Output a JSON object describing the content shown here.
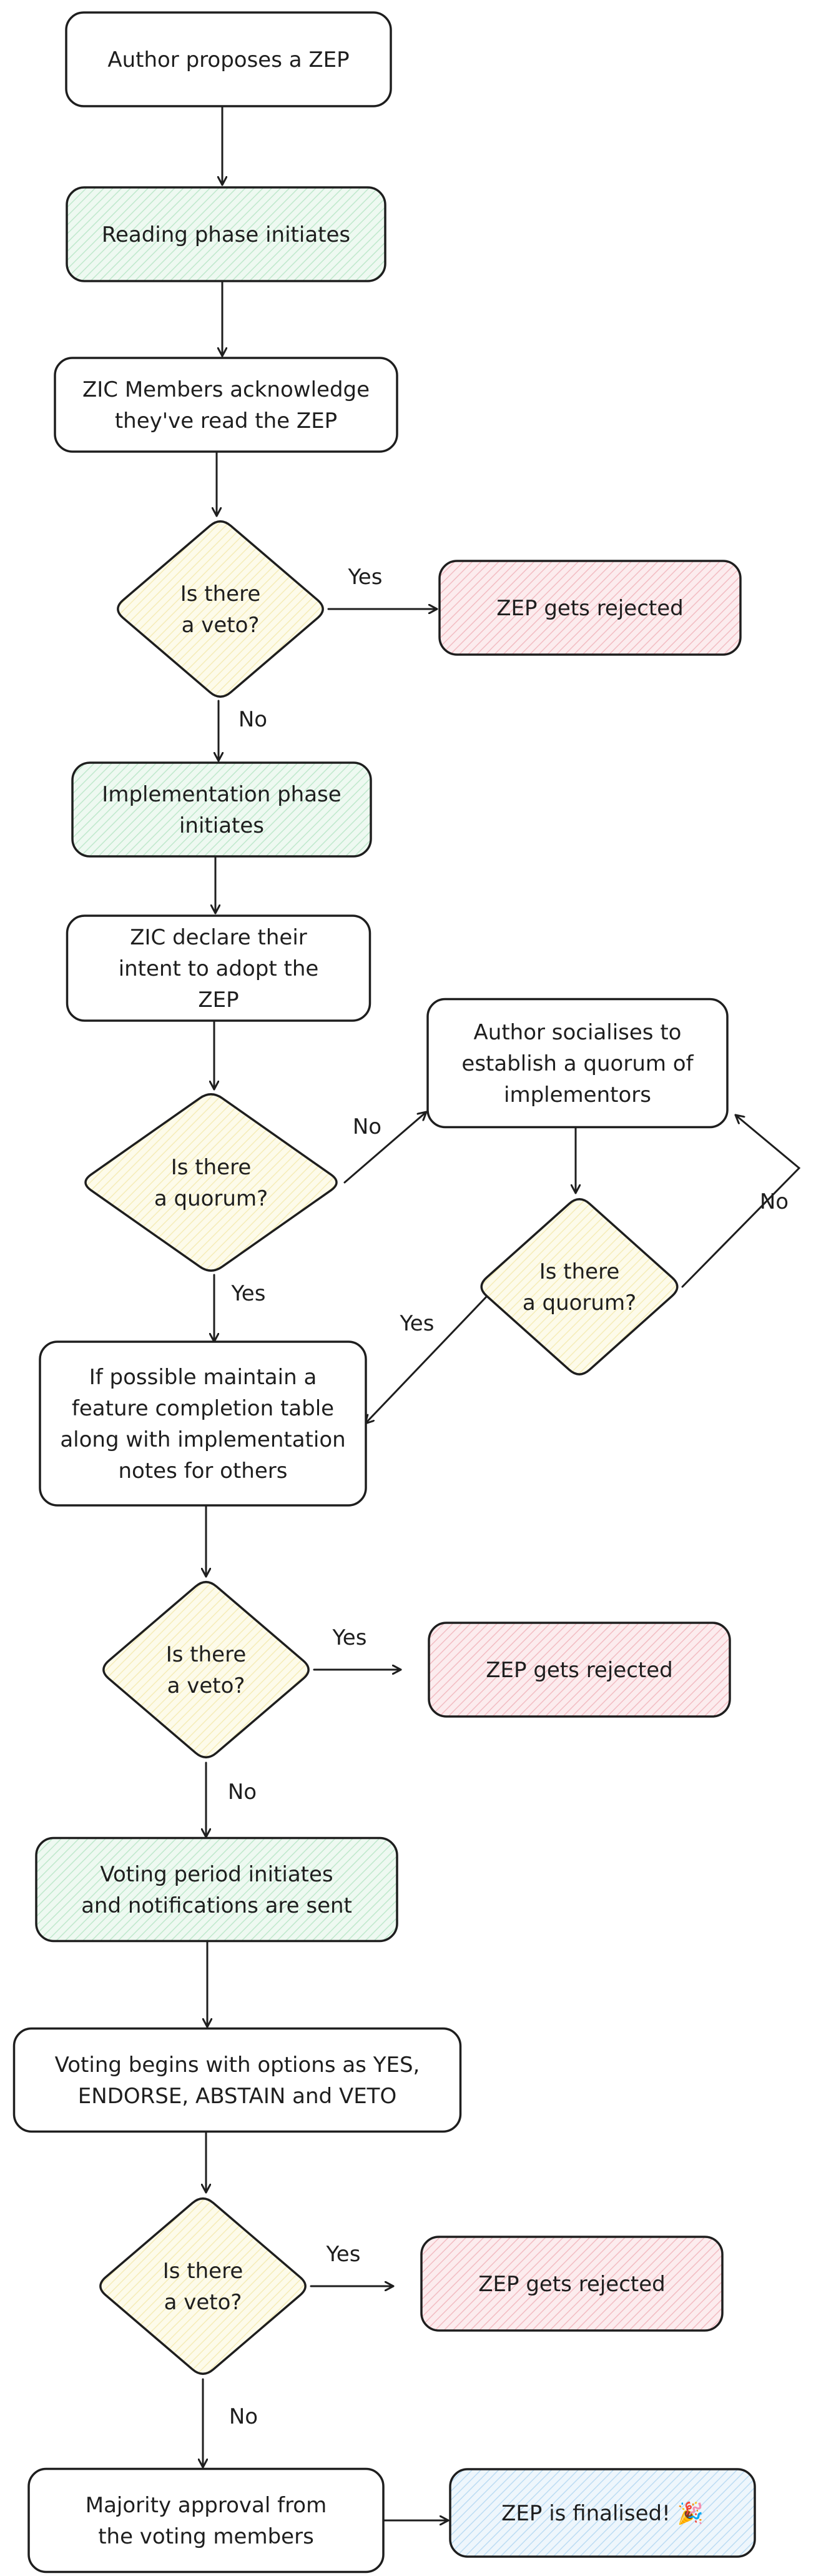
{
  "colors": {
    "stroke": "#1e1e1e",
    "white": "#ffffff",
    "green": "#d8f2e0",
    "yellow": "#fbf6d5",
    "red": "#f8d6d9",
    "blue": "#d7ebf8"
  },
  "nodes": [
    {
      "id": "propose",
      "shape": "rect",
      "fill": "white",
      "lines": [
        "Author proposes a ZEP"
      ]
    },
    {
      "id": "reading",
      "shape": "rect",
      "fill": "green",
      "lines": [
        "Reading phase initiates"
      ]
    },
    {
      "id": "ack",
      "shape": "rect",
      "fill": "white",
      "lines": [
        "ZIC Members acknowledge",
        "they've read the ZEP"
      ]
    },
    {
      "id": "veto1",
      "shape": "diamond",
      "fill": "yellow",
      "lines": [
        "Is there",
        "a veto?"
      ]
    },
    {
      "id": "rej1",
      "shape": "rect",
      "fill": "red",
      "lines": [
        "ZEP gets rejected"
      ]
    },
    {
      "id": "impl",
      "shape": "rect",
      "fill": "green",
      "lines": [
        "Implementation phase",
        "initiates"
      ]
    },
    {
      "id": "declare",
      "shape": "rect",
      "fill": "white",
      "lines": [
        "ZIC declare their",
        "intent to adopt the",
        "ZEP"
      ]
    },
    {
      "id": "quorum1",
      "shape": "diamond",
      "fill": "yellow",
      "lines": [
        "Is there",
        "a quorum?"
      ]
    },
    {
      "id": "socialise",
      "shape": "rect",
      "fill": "white",
      "lines": [
        "Author socialises to",
        "establish a quorum of",
        "implementors"
      ]
    },
    {
      "id": "quorum2",
      "shape": "diamond",
      "fill": "yellow",
      "lines": [
        "Is there",
        "a quorum?"
      ]
    },
    {
      "id": "table",
      "shape": "rect",
      "fill": "white",
      "lines": [
        "If possible maintain a",
        "feature completion table",
        "along with implementation",
        "notes for others"
      ]
    },
    {
      "id": "veto2",
      "shape": "diamond",
      "fill": "yellow",
      "lines": [
        "Is there",
        "a veto?"
      ]
    },
    {
      "id": "rej2",
      "shape": "rect",
      "fill": "red",
      "lines": [
        "ZEP gets rejected"
      ]
    },
    {
      "id": "votingperiod",
      "shape": "rect",
      "fill": "green",
      "lines": [
        "Voting period initiates",
        "and notifications are sent"
      ]
    },
    {
      "id": "votingbegins",
      "shape": "rect",
      "fill": "white",
      "lines": [
        "Voting begins with options as YES,",
        "ENDORSE, ABSTAIN and VETO"
      ]
    },
    {
      "id": "veto3",
      "shape": "diamond",
      "fill": "yellow",
      "lines": [
        "Is there",
        "a veto?"
      ]
    },
    {
      "id": "rej3",
      "shape": "rect",
      "fill": "red",
      "lines": [
        "ZEP gets rejected"
      ]
    },
    {
      "id": "majority",
      "shape": "rect",
      "fill": "white",
      "lines": [
        "Majority approval from",
        "the voting members"
      ]
    },
    {
      "id": "final",
      "shape": "rect",
      "fill": "blue",
      "lines": [
        "ZEP is finalised! 🎉"
      ]
    }
  ],
  "edges": [
    {
      "id": "e1",
      "from": "propose",
      "to": "reading",
      "label": ""
    },
    {
      "id": "e2",
      "from": "reading",
      "to": "ack",
      "label": ""
    },
    {
      "id": "e3",
      "from": "ack",
      "to": "veto1",
      "label": ""
    },
    {
      "id": "e4",
      "from": "veto1",
      "to": "rej1",
      "label": "Yes"
    },
    {
      "id": "e5",
      "from": "veto1",
      "to": "impl",
      "label": "No"
    },
    {
      "id": "e6",
      "from": "impl",
      "to": "declare",
      "label": ""
    },
    {
      "id": "e7",
      "from": "declare",
      "to": "quorum1",
      "label": ""
    },
    {
      "id": "e8",
      "from": "quorum1",
      "to": "socialise",
      "label": "No"
    },
    {
      "id": "e9",
      "from": "socialise",
      "to": "quorum2",
      "label": ""
    },
    {
      "id": "e10",
      "from": "quorum2",
      "to": "socialise",
      "label": "No"
    },
    {
      "id": "e11",
      "from": "quorum2",
      "to": "table",
      "label": "Yes"
    },
    {
      "id": "e12",
      "from": "quorum1",
      "to": "table",
      "label": "Yes"
    },
    {
      "id": "e13",
      "from": "table",
      "to": "veto2",
      "label": ""
    },
    {
      "id": "e14",
      "from": "veto2",
      "to": "rej2",
      "label": "Yes"
    },
    {
      "id": "e15",
      "from": "veto2",
      "to": "votingperiod",
      "label": "No"
    },
    {
      "id": "e16",
      "from": "votingperiod",
      "to": "votingbegins",
      "label": ""
    },
    {
      "id": "e17",
      "from": "votingbegins",
      "to": "veto3",
      "label": ""
    },
    {
      "id": "e18",
      "from": "veto3",
      "to": "rej3",
      "label": "Yes"
    },
    {
      "id": "e19",
      "from": "veto3",
      "to": "majority",
      "label": "No"
    },
    {
      "id": "e20",
      "from": "majority",
      "to": "final",
      "label": ""
    }
  ]
}
